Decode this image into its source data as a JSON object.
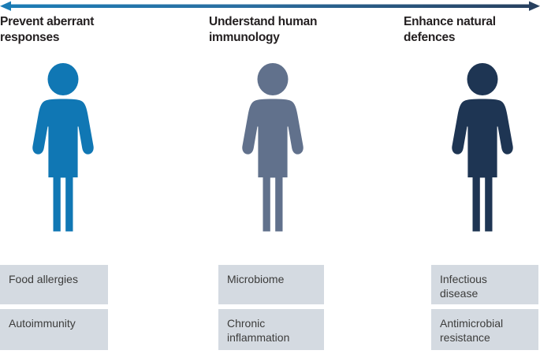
{
  "arrow": {
    "name": "spectrum-arrow",
    "direction": "bidirectional",
    "gradient_start_color": "#1b7cb5",
    "gradient_end_color": "#27405f"
  },
  "columns": [
    {
      "heading": "Prevent aberrant\nresponses",
      "figure_icon": "person-icon",
      "figure_color": "#1077b4",
      "chips": [
        {
          "label": "Food allergies"
        },
        {
          "label": "Autoimmunity"
        }
      ]
    },
    {
      "heading": "Understand human\nimmunology",
      "figure_icon": "person-icon",
      "figure_color": "#61718c",
      "chips": [
        {
          "label": "Microbiome"
        },
        {
          "label": "Chronic\ninflammation"
        }
      ]
    },
    {
      "heading": "Enhance natural\ndefences",
      "figure_icon": "person-icon",
      "figure_color": "#1e3553",
      "chips": [
        {
          "label": "Infectious\ndisease"
        },
        {
          "label": "Antimicrobial\nresistance"
        }
      ]
    }
  ],
  "chip_background_color": "#d4dae1",
  "heading_color": "#231f20",
  "chip_text_color": "#3c3c3b"
}
